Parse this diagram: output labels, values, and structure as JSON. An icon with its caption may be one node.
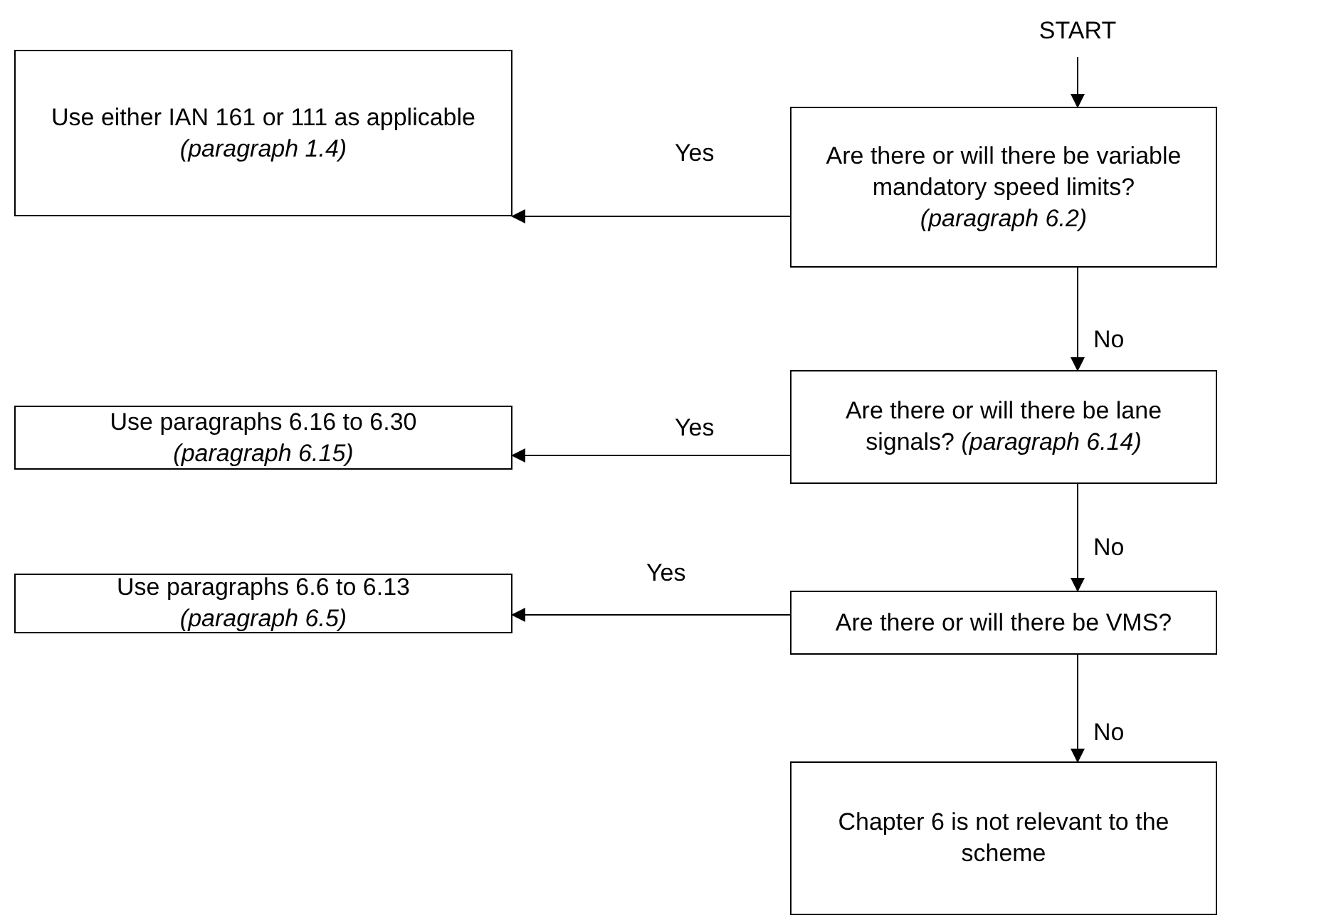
{
  "diagram": {
    "nodes": [
      {
        "text": [
          "START"
        ]
      },
      {
        "text": [
          "Are there or will there be variable mandatory speed limits?",
          "(paragraph 6.2)"
        ]
      },
      {
        "text": [
          "Use either IAN 161 or 111 as applicable",
          "(paragraph 1.4)"
        ]
      },
      {
        "text": [
          "Are there or will there be lane signals? *(paragraph 6.14)*"
        ]
      },
      {
        "text": [
          "Use paragraphs 6.16 to 6.30",
          "(paragraph 6.15)"
        ]
      },
      {
        "text": [
          "Are there or will there be VMS?"
        ]
      },
      {
        "text": [
          "Use paragraphs 6.6 to 6.13",
          "(paragraph 6.5)"
        ]
      },
      {
        "text": [
          "Chapter 6 is not relevant to the scheme"
        ]
      }
    ],
    "edges": [
      {
        "from": 0,
        "to": 1,
        "arrow": "to"
      },
      {
        "from": 1,
        "to": 2,
        "arrow": "to",
        "label": "Yes"
      },
      {
        "from": 1,
        "to": 3,
        "arrow": "to",
        "label": "No"
      },
      {
        "from": 3,
        "to": 4,
        "arrow": "to",
        "label": "Yes"
      },
      {
        "from": 3,
        "to": 5,
        "arrow": "to",
        "label": "No"
      },
      {
        "from": 5,
        "to": 6,
        "arrow": "to",
        "label": "Yes"
      },
      {
        "from": 5,
        "to": 7,
        "arrow": "to",
        "label": "No"
      }
    ]
  }
}
